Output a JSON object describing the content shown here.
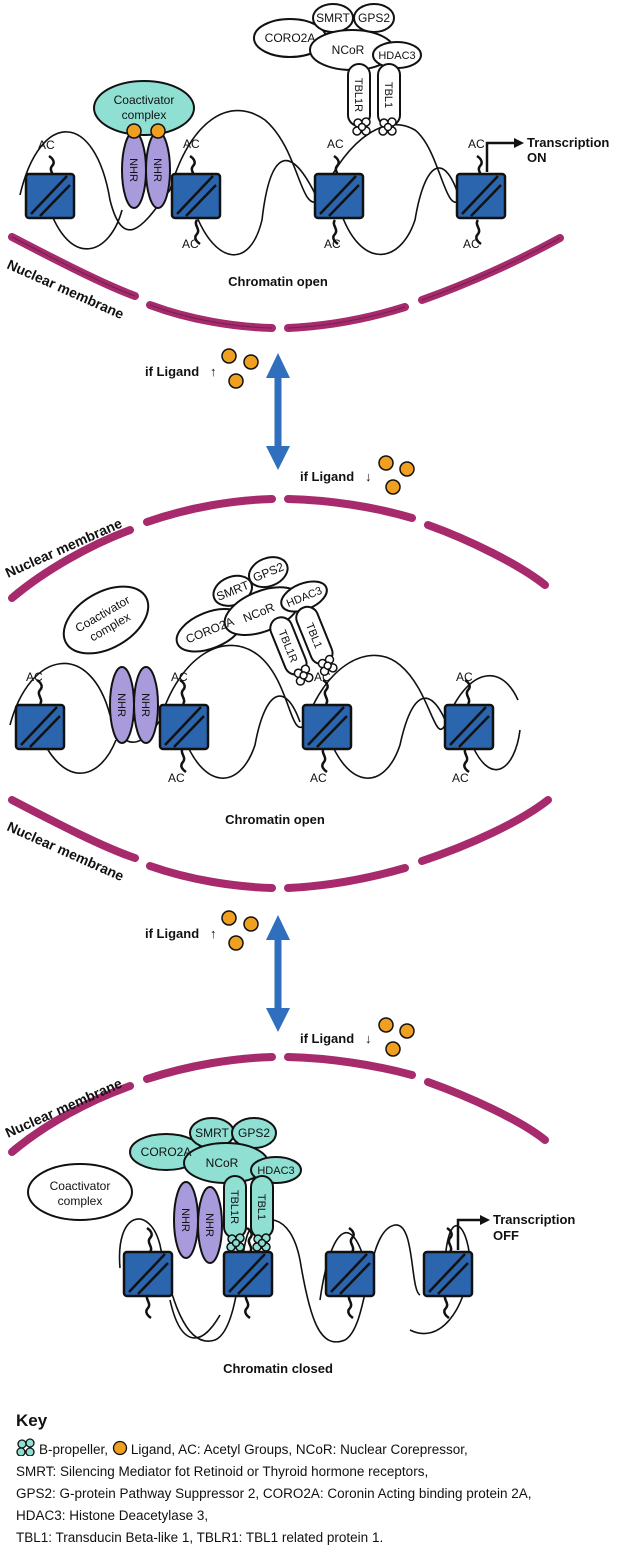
{
  "labels": {
    "ac": "AC",
    "nhr": "NHR",
    "coactivator_line1": "Coactivator",
    "coactivator_line2": "complex",
    "smrt": "SMRT",
    "gps2": "GPS2",
    "coro2a": "CORO2A",
    "ncor": "NCoR",
    "hdac3": "HDAC3",
    "tbl1r": "TBL1R",
    "tbl1": "TBL1",
    "nuclear_membrane": "Nuclear membrane",
    "if_ligand": "if Ligand",
    "up_arrow": "↑",
    "down_arrow": "↓"
  },
  "panels": {
    "top": {
      "status": "Chromatin open",
      "transcription_line1": "Transcription",
      "transcription_line2": "ON"
    },
    "middle": {
      "status": "Chromatin open"
    },
    "bottom": {
      "status": "Chromatin closed",
      "transcription_line1": "Transcription",
      "transcription_line2": "OFF"
    }
  },
  "key": {
    "title": "Key",
    "line1_propeller": "B-propeller,",
    "line1_ligand": "Ligand,",
    "line1_rest": "AC: Acetyl Groups,  NCoR: Nuclear Corepressor,",
    "line2": "SMRT: Silencing Mediator fot Retinoid or Thyroid hormone receptors,",
    "line3": "GPS2: G-protein Pathway Suppressor 2,  CORO2A: Coronin Acting binding protein 2A,",
    "line4": "HDAC3: Histone Deacetylase 3,",
    "line5": "TBL1: Transducin Beta-like 1, TBLR1: TBL1 related protein 1."
  },
  "colors": {
    "nucleosome": "#2a65ad",
    "membrane": "#a62a6c",
    "nhr": "#a99bdb",
    "corepressor_active": "#8fe0d3",
    "coactivator_active": "#8fe0d3",
    "ligand": "#f0a020",
    "arrow": "#2f6fbd"
  }
}
